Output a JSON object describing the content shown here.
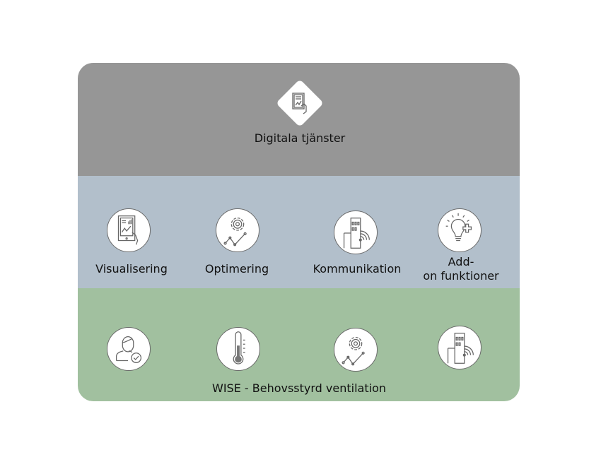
{
  "top": {
    "title": "Digitala tjänster",
    "icon": "tablet-touch-icon"
  },
  "middle": {
    "items": [
      {
        "label": "Visualisering",
        "icon": "tablet-chart-icon"
      },
      {
        "label": "Optimering",
        "icon": "gear-graph-icon"
      },
      {
        "label": "Kommunikation",
        "icon": "building-wifi-icon"
      },
      {
        "label_line1": "Add-",
        "label_line2": "on funktioner",
        "icon": "lightbulb-plus-icon"
      }
    ]
  },
  "bottom": {
    "title": "WISE - Behovsstyrd ventilation",
    "icons": [
      "user-check-icon",
      "thermometer-icon",
      "gear-graph-icon",
      "building-wifi-icon"
    ]
  },
  "colors": {
    "top": "#969696",
    "middle": "#b2bfcb",
    "bottom": "#a1c09f"
  }
}
